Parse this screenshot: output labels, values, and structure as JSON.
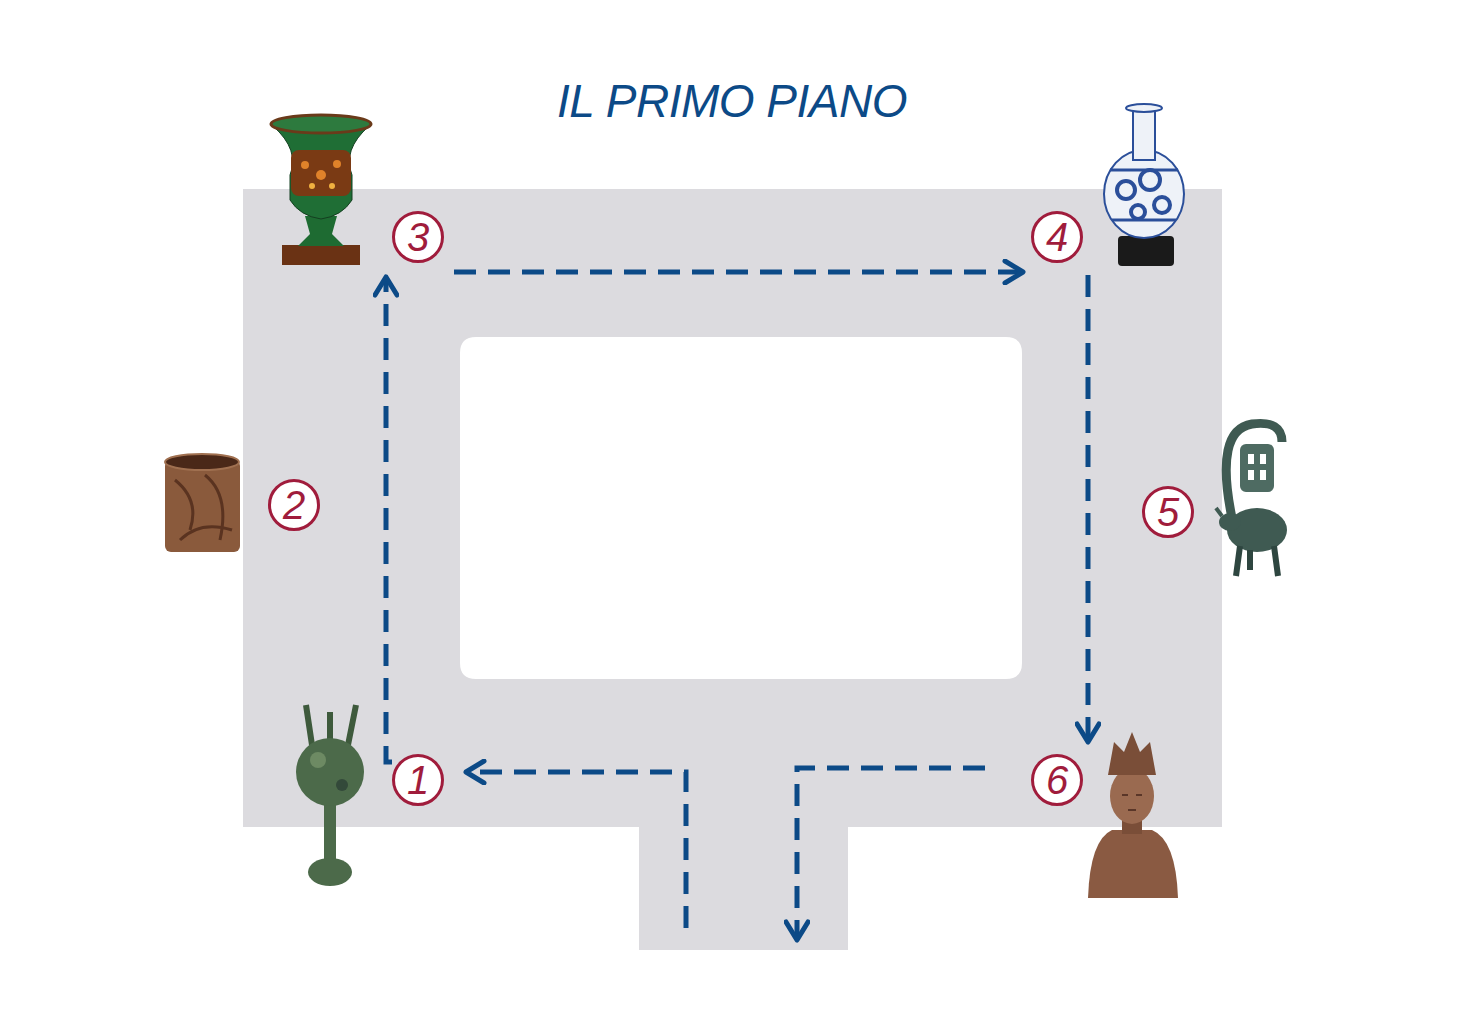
{
  "diagram": {
    "title": "IL PRIMO PIANO",
    "nodes": [
      {
        "text": [
          "1"
        ]
      },
      {
        "text": [
          "2"
        ]
      },
      {
        "text": [
          "3"
        ]
      },
      {
        "text": [
          "4"
        ]
      },
      {
        "text": [
          "5"
        ]
      },
      {
        "text": [
          "6"
        ]
      }
    ],
    "edges": [
      {
        "from": 0,
        "to": 2,
        "arrow": "to"
      },
      {
        "from": 2,
        "to": 3,
        "arrow": "to"
      },
      {
        "from": 3,
        "to": 5,
        "arrow": "to"
      }
    ]
  }
}
